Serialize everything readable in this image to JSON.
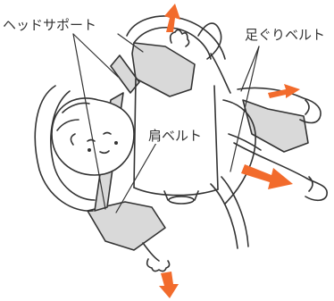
{
  "labels": {
    "head_support": "ヘッドサポート",
    "leg_belt": "足ぐりベルト",
    "shoulder_belt": "肩ベルト"
  },
  "colors": {
    "arrow": "#f26b2c",
    "line": "#333333",
    "fill_gray": "#d9d9d9"
  }
}
